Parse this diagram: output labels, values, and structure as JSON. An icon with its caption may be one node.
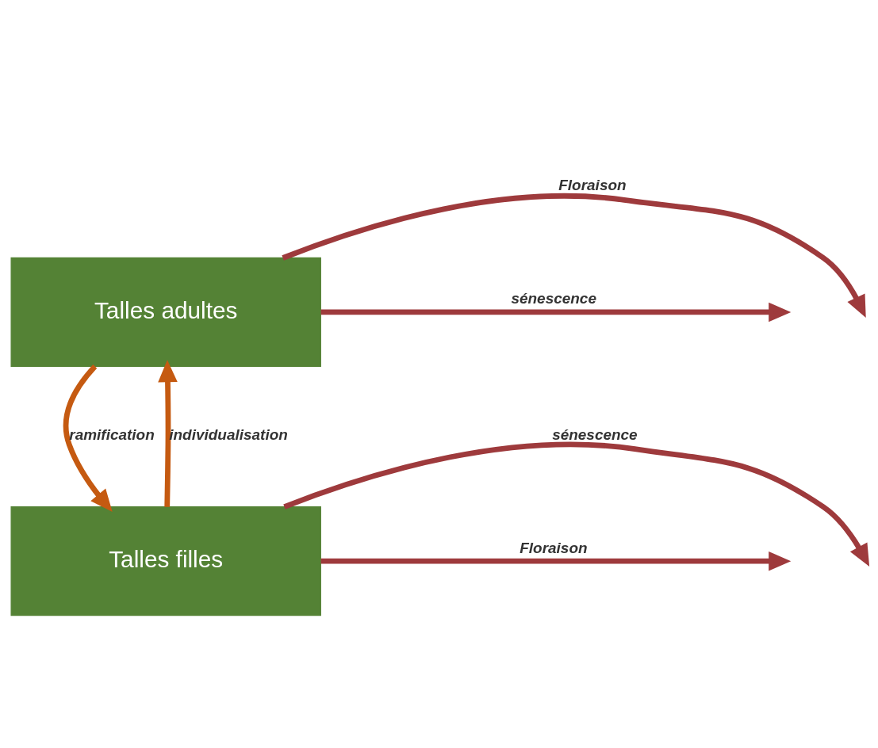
{
  "diagram": {
    "nodes": [
      {
        "text": [
          "Talles adultes"
        ]
      },
      {
        "text": [
          "Talles filles"
        ]
      }
    ],
    "edges": [
      {
        "from": 0,
        "to": null,
        "arrow": "to",
        "label": "Floraison"
      },
      {
        "from": 0,
        "to": null,
        "arrow": "to",
        "label": "sénescence"
      },
      {
        "from": 0,
        "to": 1,
        "arrow": "to",
        "label": "ramification",
        "color": "#c55a11"
      },
      {
        "from": 1,
        "to": 0,
        "arrow": "to",
        "label": "individualisation",
        "color": "#c55a11"
      },
      {
        "from": 1,
        "to": null,
        "arrow": "to",
        "label": "sénescence"
      },
      {
        "from": 1,
        "to": null,
        "arrow": "to",
        "label": "Floraison"
      }
    ]
  }
}
